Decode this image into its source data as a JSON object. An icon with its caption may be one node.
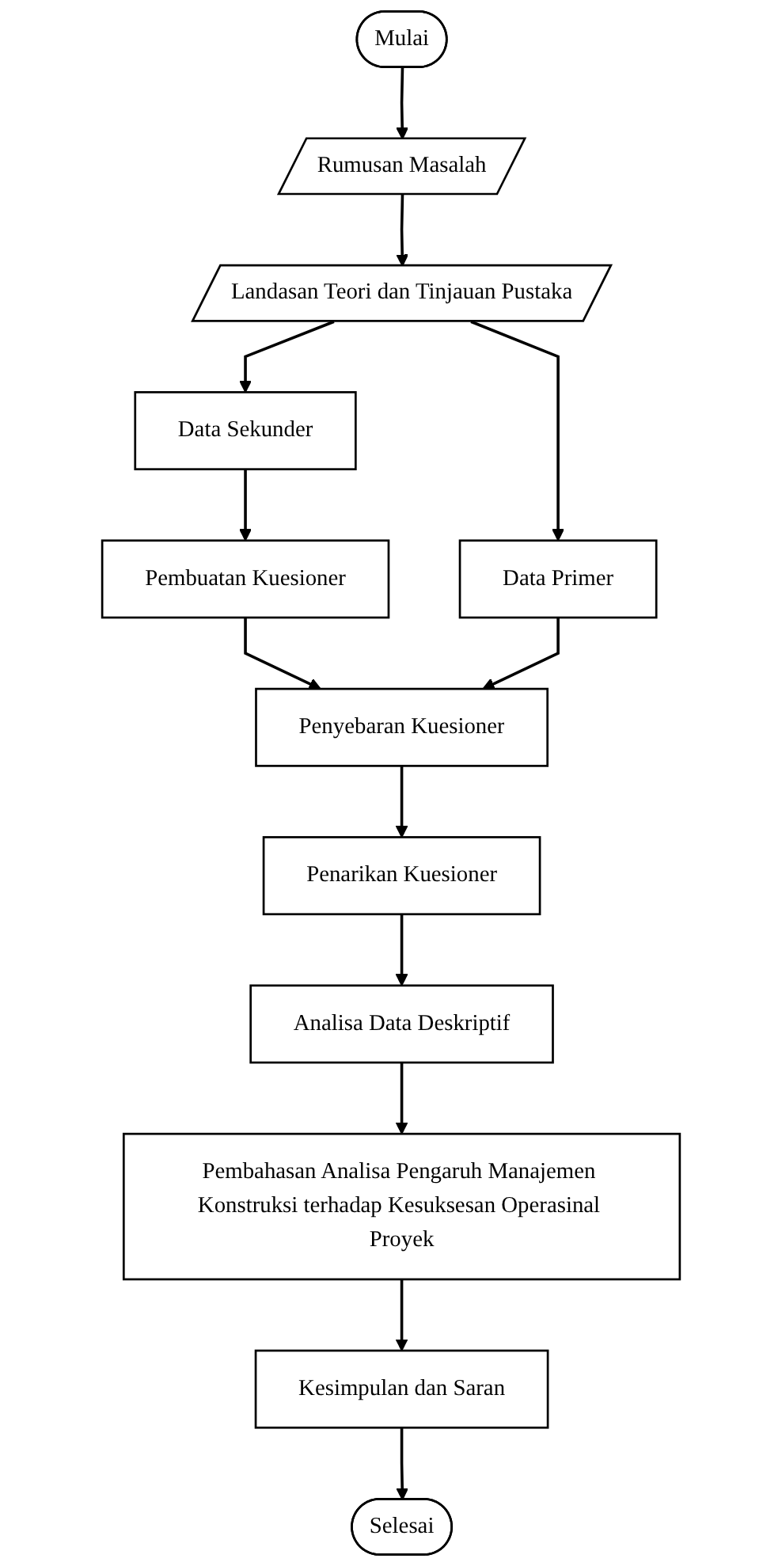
{
  "diagram": {
    "nodes": [
      {
        "text": [
          "Mulai"
        ]
      },
      {
        "text": [
          "Rumusan Masalah"
        ]
      },
      {
        "text": [
          "Landasan Teori dan Tinjauan Pustaka"
        ]
      },
      {
        "text": [
          "Data Sekunder"
        ]
      },
      {
        "text": [
          "Data Primer"
        ]
      },
      {
        "text": [
          "Pembuatan Kuesioner"
        ]
      },
      {
        "text": [
          "Penyebaran Kuesioner"
        ]
      },
      {
        "text": [
          "Penarikan Kuesioner"
        ]
      },
      {
        "text": [
          "Analisa Data Deskriptif"
        ]
      },
      {
        "text": [
          "Pembahasan Analisa Pengaruh Manajemen Konstruksi terhadap Kesuksesan Operasinal Proyek"
        ]
      },
      {
        "text": [
          "Kesimpulan dan Saran"
        ]
      },
      {
        "text": [
          "Selesai"
        ]
      }
    ],
    "edges": [
      {
        "from": 0,
        "to": 1,
        "arrow": "to"
      },
      {
        "from": 1,
        "to": 2,
        "arrow": "to"
      },
      {
        "from": 2,
        "to": 3,
        "arrow": "to"
      },
      {
        "from": 2,
        "to": 4,
        "arrow": "to"
      },
      {
        "from": 3,
        "to": 5,
        "arrow": "to"
      },
      {
        "from": 5,
        "to": 6,
        "arrow": "to"
      },
      {
        "from": 4,
        "to": 6,
        "arrow": "to"
      },
      {
        "from": 6,
        "to": 7,
        "arrow": "to"
      },
      {
        "from": 7,
        "to": 8,
        "arrow": "to"
      },
      {
        "from": 8,
        "to": 9,
        "arrow": "to"
      },
      {
        "from": 9,
        "to": 10,
        "arrow": "to"
      },
      {
        "from": 10,
        "to": 11,
        "arrow": "to"
      }
    ]
  }
}
